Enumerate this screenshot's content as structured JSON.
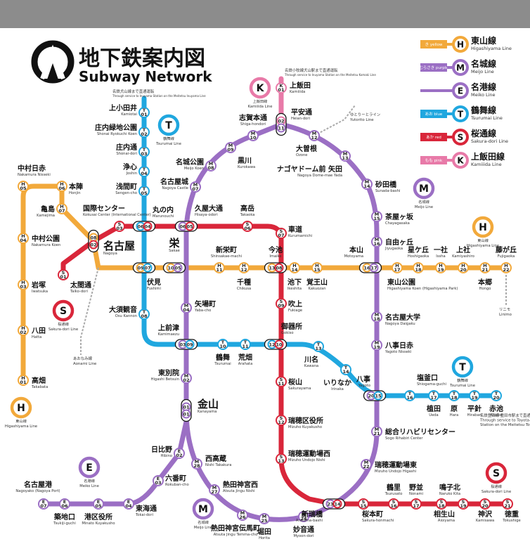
{
  "title": {
    "ja": "地下鉄案内図",
    "en": "Subway Network"
  },
  "lines": {
    "higashiyama": {
      "color": "#f2a93b",
      "letter": "H",
      "ja": "東山線",
      "en": "Higashiyama Line",
      "tag": "き yellow"
    },
    "meijo": {
      "color": "#9b6fc4",
      "letter": "M",
      "ja": "名城線",
      "en": "Meijo Line",
      "tag": "むらさき purple"
    },
    "meiko": {
      "color": "#9b6fc4",
      "letter": "E",
      "ja": "名港線",
      "en": "Meiko Line",
      "tag": ""
    },
    "tsurumai": {
      "color": "#20a7df",
      "letter": "T",
      "ja": "鶴舞線",
      "en": "Tsurumai Line",
      "tag": "あお blue"
    },
    "sakuradori": {
      "color": "#d9263a",
      "letter": "S",
      "ja": "桜通線",
      "en": "Sakura-dori Line",
      "tag": "あか red"
    },
    "kamiiida": {
      "color": "#e87aa8",
      "letter": "K",
      "ja": "上飯田線",
      "en": "Kamiiida Line",
      "tag": "もも pink"
    }
  },
  "notes": {
    "tsurumai_through": "名鉄犬山線まで直通運転 Through service to Inuyama Station on the Meitetsu Inuyama Line",
    "kamiiida_through": "名鉄小牧線犬山駅まで直通運転 Through service to Inuyama Station on the Meitetsu Komaki Line",
    "toyota_through": "名鉄豊田線 豊田市駅まで直通運転 Through service to Toyota-shi Station on the Meitetsu Toyota Line",
    "yutori": "ゆとりーとライン",
    "yutori_en": "Yutorito Line",
    "aonami": "あおなみ線",
    "aonami_en": "Aonami Line",
    "linimo": "リニモ",
    "linimo_en": "Linimo"
  },
  "badges": {
    "tsurumai_top": {
      "letter": "T",
      "ja": "鶴舞線",
      "en": "Tsurumai Line"
    },
    "kamiiida_top": {
      "letter": "K",
      "ja": "上飯田線",
      "en": "Kamiiida Line"
    },
    "higashiyama_left": {
      "letter": "H",
      "ja": "東山線",
      "en": "Higashiyama Line"
    },
    "sakura_left": {
      "letter": "S",
      "ja": "桜通線",
      "en": "Sakura-dori Line"
    },
    "meijo_right": {
      "letter": "M",
      "ja": "名城線",
      "en": "Meijo Line"
    },
    "higashiyama_right": {
      "letter": "H",
      "ja": "東山線",
      "en": "Higashiyama Line"
    },
    "tsurumai_right": {
      "letter": "T",
      "ja": "鶴舞線",
      "en": "Tsurumai Line"
    },
    "meiko_bottom": {
      "letter": "E",
      "ja": "名港線",
      "en": "Meiko Line"
    },
    "meijo_bottom": {
      "letter": "M",
      "ja": "名城線",
      "en": "Meijo Line"
    },
    "sakura_bottom": {
      "letter": "S",
      "ja": "桜通線",
      "en": "Sakura-dori Line"
    }
  },
  "stations": [
    {
      "id": "kamiotai",
      "ja": "上小田井",
      "en": "Kamiotai",
      "codes": [
        {
          "l": "T",
          "n": "01"
        }
      ]
    },
    {
      "id": "shonai_ryokuchi",
      "ja": "庄内緑地公園",
      "en": "Shonai Ryokuchi Koen",
      "codes": [
        {
          "l": "T",
          "n": "02"
        }
      ]
    },
    {
      "id": "shonai_dori",
      "ja": "庄内通",
      "en": "Shonai-dori",
      "codes": [
        {
          "l": "T",
          "n": "03"
        }
      ]
    },
    {
      "id": "joshin",
      "ja": "浄心",
      "en": "Joshin",
      "codes": [
        {
          "l": "T",
          "n": "04"
        }
      ]
    },
    {
      "id": "sengencho",
      "ja": "浅間町",
      "en": "Sengen-cho",
      "codes": [
        {
          "l": "T",
          "n": "05"
        }
      ]
    },
    {
      "id": "marunouchi",
      "ja": "丸の内",
      "en": "Marunouchi",
      "codes": [
        {
          "l": "T",
          "n": "06"
        },
        {
          "l": "S",
          "n": "04"
        }
      ]
    },
    {
      "id": "fushimi",
      "ja": "伏見",
      "en": "Fushimi",
      "codes": [
        {
          "l": "H",
          "n": "09"
        },
        {
          "l": "T",
          "n": "07"
        }
      ]
    },
    {
      "id": "osu_kannon",
      "ja": "大須観音",
      "en": "Osu Kannon",
      "codes": [
        {
          "l": "T",
          "n": "08"
        }
      ]
    },
    {
      "id": "kamimaezu",
      "ja": "上前津",
      "en": "Kamimaezu",
      "codes": [
        {
          "l": "M",
          "n": "03"
        },
        {
          "l": "T",
          "n": "09"
        }
      ]
    },
    {
      "id": "tsurumai",
      "ja": "鶴舞",
      "en": "Tsurumai",
      "codes": [
        {
          "l": "T",
          "n": "10"
        }
      ]
    },
    {
      "id": "arahata",
      "ja": "荒畑",
      "en": "Arahata",
      "codes": [
        {
          "l": "T",
          "n": "11"
        }
      ]
    },
    {
      "id": "gokiso",
      "ja": "御器所",
      "en": "Gokiso",
      "codes": [
        {
          "l": "T",
          "n": "12"
        },
        {
          "l": "S",
          "n": "10"
        }
      ]
    },
    {
      "id": "kawana",
      "ja": "川名",
      "en": "Kawana",
      "codes": [
        {
          "l": "T",
          "n": "13"
        }
      ]
    },
    {
      "id": "irinaka",
      "ja": "いりなか",
      "en": "Irinaka",
      "codes": [
        {
          "l": "T",
          "n": "14"
        }
      ]
    },
    {
      "id": "yagoto",
      "ja": "八事",
      "en": "Yagoto",
      "codes": [
        {
          "l": "M",
          "n": "20"
        },
        {
          "l": "T",
          "n": "15"
        }
      ]
    },
    {
      "id": "shiogamaguchi",
      "ja": "塩釜口",
      "en": "Shiogama-guchi",
      "codes": [
        {
          "l": "T",
          "n": "16"
        }
      ]
    },
    {
      "id": "ueda",
      "ja": "植田",
      "en": "Ueda",
      "codes": [
        {
          "l": "T",
          "n": "17"
        }
      ]
    },
    {
      "id": "hara",
      "ja": "原",
      "en": "Hara",
      "codes": [
        {
          "l": "T",
          "n": "18"
        }
      ]
    },
    {
      "id": "hirabari",
      "ja": "平針",
      "en": "Hirabari",
      "codes": [
        {
          "l": "T",
          "n": "19"
        }
      ]
    },
    {
      "id": "akaike",
      "ja": "赤池",
      "en": "Akaike",
      "codes": [
        {
          "l": "T",
          "n": "20"
        }
      ]
    },
    {
      "id": "takabata",
      "ja": "高畑",
      "en": "Takabata",
      "codes": [
        {
          "l": "H",
          "n": "01"
        }
      ]
    },
    {
      "id": "hatta",
      "ja": "八田",
      "en": "Hatta",
      "codes": [
        {
          "l": "H",
          "n": "02"
        }
      ]
    },
    {
      "id": "iwatsuka",
      "ja": "岩塚",
      "en": "Iwatsuka",
      "codes": [
        {
          "l": "H",
          "n": "03"
        }
      ]
    },
    {
      "id": "nakamura_koen",
      "ja": "中村公園",
      "en": "Nakamura Koen",
      "codes": [
        {
          "l": "H",
          "n": "04"
        }
      ]
    },
    {
      "id": "nakamura_nisseki",
      "ja": "中村日赤",
      "en": "Nakamura Nisseki",
      "codes": [
        {
          "l": "H",
          "n": "05"
        }
      ]
    },
    {
      "id": "honjin",
      "ja": "本陣",
      "en": "Honjin",
      "codes": [
        {
          "l": "H",
          "n": "06"
        }
      ]
    },
    {
      "id": "kameijima",
      "ja": "亀島",
      "en": "Kamejima",
      "codes": [
        {
          "l": "H",
          "n": "07"
        }
      ]
    },
    {
      "id": "nagoya",
      "ja": "名古屋",
      "en": "Nagoya",
      "codes": [
        {
          "l": "H",
          "n": "08"
        },
        {
          "l": "S",
          "n": "02"
        }
      ]
    },
    {
      "id": "kokusai",
      "ja": "国際センター",
      "en": "Kokusai Center (International Center)",
      "codes": [
        {
          "l": "S",
          "n": "03"
        }
      ]
    },
    {
      "id": "taikodori",
      "ja": "太閤通",
      "en": "Taiko-dori",
      "codes": [
        {
          "l": "S",
          "n": "01"
        }
      ]
    },
    {
      "id": "sakae",
      "ja": "栄",
      "en": "Sakae",
      "codes": [
        {
          "l": "H",
          "n": "10"
        },
        {
          "l": "M",
          "n": "05"
        }
      ]
    },
    {
      "id": "shinsakae",
      "ja": "新栄町",
      "en": "Shinsakae-machi",
      "codes": [
        {
          "l": "H",
          "n": "11"
        }
      ]
    },
    {
      "id": "chikusa",
      "ja": "千種",
      "en": "Chikusa",
      "codes": [
        {
          "l": "H",
          "n": "12"
        }
      ]
    },
    {
      "id": "imaike",
      "ja": "今池",
      "en": "Imaike",
      "codes": [
        {
          "l": "H",
          "n": "13"
        },
        {
          "l": "S",
          "n": "08"
        }
      ]
    },
    {
      "id": "ikeshita",
      "ja": "池下",
      "en": "Ikeshita",
      "codes": [
        {
          "l": "H",
          "n": "14"
        }
      ]
    },
    {
      "id": "kakuozan",
      "ja": "覚王山",
      "en": "Kakuozan",
      "codes": [
        {
          "l": "H",
          "n": "15"
        }
      ]
    },
    {
      "id": "motoyama",
      "ja": "本山",
      "en": "Motoyama",
      "codes": [
        {
          "l": "H",
          "n": "16"
        },
        {
          "l": "M",
          "n": "17"
        }
      ]
    },
    {
      "id": "higashiyama_koen",
      "ja": "東山公園",
      "en": "Higashiyama Koen (Higashiyama Park)",
      "codes": [
        {
          "l": "H",
          "n": "17"
        }
      ]
    },
    {
      "id": "hoshigaoka",
      "ja": "星ケ丘",
      "en": "Hoshigaoka",
      "codes": [
        {
          "l": "H",
          "n": "18"
        }
      ]
    },
    {
      "id": "issha",
      "ja": "一社",
      "en": "Issha",
      "codes": [
        {
          "l": "H",
          "n": "19"
        }
      ]
    },
    {
      "id": "kamiyashiro",
      "ja": "上社",
      "en": "Kamiyashiro",
      "codes": [
        {
          "l": "H",
          "n": "20"
        }
      ]
    },
    {
      "id": "hongo",
      "ja": "本郷",
      "en": "Hongo",
      "codes": [
        {
          "l": "H",
          "n": "21"
        }
      ]
    },
    {
      "id": "fujigaoka",
      "ja": "藤が丘",
      "en": "Fujigaoka",
      "codes": [
        {
          "l": "H",
          "n": "22"
        }
      ]
    },
    {
      "id": "hisaya_odori",
      "ja": "久屋大通",
      "en": "Hisaya-odori",
      "codes": [
        {
          "l": "M",
          "n": "06"
        },
        {
          "l": "S",
          "n": "05"
        }
      ]
    },
    {
      "id": "takaoka",
      "ja": "高岳",
      "en": "Takaoka",
      "codes": [
        {
          "l": "S",
          "n": "06"
        }
      ]
    },
    {
      "id": "kurumamichi",
      "ja": "車道",
      "en": "Kurumamichi",
      "codes": [
        {
          "l": "S",
          "n": "07"
        }
      ]
    },
    {
      "id": "fukiage",
      "ja": "吹上",
      "en": "Fukiage",
      "codes": [
        {
          "l": "S",
          "n": "09"
        }
      ]
    },
    {
      "id": "sakurayama",
      "ja": "桜山",
      "en": "Sakurayama",
      "codes": [
        {
          "l": "S",
          "n": "11"
        }
      ]
    },
    {
      "id": "mizuho_kuyakusho",
      "ja": "瑞穂区役所",
      "en": "Mizuho Kuyakusho",
      "codes": [
        {
          "l": "S",
          "n": "12"
        }
      ]
    },
    {
      "id": "mizuho_undojo_nishi",
      "ja": "瑞穂運動場西",
      "en": "Mizuho Undojo Nishi",
      "codes": [
        {
          "l": "S",
          "n": "13"
        }
      ]
    },
    {
      "id": "aratama_bashi",
      "ja": "新瑞橋",
      "en": "Aratama-bashi",
      "codes": [
        {
          "l": "M",
          "n": "23"
        },
        {
          "l": "S",
          "n": "14"
        }
      ]
    },
    {
      "id": "sakura_honmachi",
      "ja": "桜本町",
      "en": "Sakura-honmachi",
      "codes": [
        {
          "l": "S",
          "n": "15"
        }
      ]
    },
    {
      "id": "tsurusato",
      "ja": "鶴里",
      "en": "Tsurusato",
      "codes": [
        {
          "l": "S",
          "n": "16"
        }
      ]
    },
    {
      "id": "nonami",
      "ja": "野並",
      "en": "Nonami",
      "codes": [
        {
          "l": "S",
          "n": "17"
        }
      ]
    },
    {
      "id": "narukokita",
      "ja": "鳴子北",
      "en": "Naruko Kita",
      "codes": [
        {
          "l": "S",
          "n": "18"
        }
      ]
    },
    {
      "id": "aioiyama",
      "ja": "相生山",
      "en": "Aioiyama",
      "codes": [
        {
          "l": "S",
          "n": "19"
        }
      ]
    },
    {
      "id": "kamisawa",
      "ja": "神沢",
      "en": "Kamisawa",
      "codes": [
        {
          "l": "S",
          "n": "20"
        }
      ]
    },
    {
      "id": "tokushige",
      "ja": "徳重",
      "en": "Tokushige",
      "codes": [
        {
          "l": "S",
          "n": "21"
        }
      ]
    },
    {
      "id": "kamiiida",
      "ja": "上飯田",
      "en": "Kamiiida",
      "codes": [
        {
          "l": "K",
          "n": "01"
        }
      ]
    },
    {
      "id": "heian_dori",
      "ja": "平安通",
      "en": "Heian-dori",
      "codes": [
        {
          "l": "K",
          "n": "02"
        },
        {
          "l": "M",
          "n": "11"
        }
      ]
    },
    {
      "id": "shiga_hondori",
      "ja": "志賀本通",
      "en": "Shiga-hondori",
      "codes": [
        {
          "l": "M",
          "n": "10"
        }
      ]
    },
    {
      "id": "kurokawa",
      "ja": "黒川",
      "en": "Kurokawa",
      "codes": [
        {
          "l": "M",
          "n": "09"
        }
      ]
    },
    {
      "id": "meijo_koen",
      "ja": "名城公園",
      "en": "Meijo Koen",
      "codes": [
        {
          "l": "M",
          "n": "08"
        }
      ]
    },
    {
      "id": "shiyakusho",
      "ja": "名古屋城",
      "en": "Nagoya Castle",
      "codes": [
        {
          "l": "M",
          "n": "07"
        }
      ]
    },
    {
      "id": "ozone",
      "ja": "大曽根",
      "en": "Ozone",
      "codes": [
        {
          "l": "M",
          "n": "12"
        }
      ]
    },
    {
      "id": "nagoya_dome",
      "ja": "ナゴヤドーム前 矢田",
      "en": "Nagoya Dome-mae Yada",
      "codes": [
        {
          "l": "M",
          "n": "13"
        }
      ]
    },
    {
      "id": "sunada_bashi",
      "ja": "砂田橋",
      "en": "Sunada-bashi",
      "codes": [
        {
          "l": "M",
          "n": "14"
        }
      ]
    },
    {
      "id": "chayagasaka",
      "ja": "茶屋ヶ坂",
      "en": "Chayagasaka",
      "codes": [
        {
          "l": "M",
          "n": "15"
        }
      ]
    },
    {
      "id": "jiyugaoka",
      "ja": "自由ヶ丘",
      "en": "Jiyugaoka",
      "codes": [
        {
          "l": "M",
          "n": "16"
        }
      ]
    },
    {
      "id": "nagoya_daigaku",
      "ja": "名古屋大学",
      "en": "Nagoya Daigaku",
      "codes": [
        {
          "l": "M",
          "n": "18"
        }
      ]
    },
    {
      "id": "yagoto_nisseki",
      "ja": "八事日赤",
      "en": "Yagoto Nisseki",
      "codes": [
        {
          "l": "M",
          "n": "19"
        }
      ]
    },
    {
      "id": "sogo_rihabiri",
      "ja": "総合リハビリセンター",
      "en": "Sogo Rihabiri Center",
      "codes": [
        {
          "l": "M",
          "n": "21"
        }
      ]
    },
    {
      "id": "mizuho_undojo_higashi",
      "ja": "瑞穂運動場東",
      "en": "Mizuho Undojo Higashi",
      "codes": [
        {
          "l": "M",
          "n": "22"
        }
      ]
    },
    {
      "id": "myoon_dori",
      "ja": "妙音通",
      "en": "Myoon-dori",
      "codes": [
        {
          "l": "M",
          "n": "24"
        }
      ]
    },
    {
      "id": "horita",
      "ja": "堀田",
      "en": "Horita",
      "codes": [
        {
          "l": "M",
          "n": "25"
        }
      ]
    },
    {
      "id": "jingu_temma",
      "ja": "熱田神宮伝馬町",
      "en": "Atsuta Jingu Temma-cho",
      "codes": [
        {
          "l": "M",
          "n": "26"
        }
      ]
    },
    {
      "id": "jingu_nishi",
      "ja": "熱田神宮西",
      "en": "Atsuta Jingu Nishi",
      "codes": [
        {
          "l": "M",
          "n": "27"
        }
      ]
    },
    {
      "id": "nishi_takakura",
      "ja": "西高蔵",
      "en": "Nishi Takakura",
      "codes": [
        {
          "l": "M",
          "n": "28"
        }
      ]
    },
    {
      "id": "kanayama",
      "ja": "金山",
      "en": "Kanayama",
      "codes": [
        {
          "l": "M",
          "n": "01"
        },
        {
          "l": "E",
          "n": "01"
        }
      ]
    },
    {
      "id": "higashi_betsuin",
      "ja": "東別院",
      "en": "Higashi Betsuin",
      "codes": [
        {
          "l": "M",
          "n": "02"
        }
      ]
    },
    {
      "id": "yabacho",
      "ja": "矢場町",
      "en": "Yaba-cho",
      "codes": [
        {
          "l": "M",
          "n": "04"
        }
      ]
    },
    {
      "id": "hibino",
      "ja": "日比野",
      "en": "Hibino",
      "codes": [
        {
          "l": "E",
          "n": "02"
        }
      ]
    },
    {
      "id": "rokubancho",
      "ja": "六番町",
      "en": "Rokuban-cho",
      "codes": [
        {
          "l": "E",
          "n": "03"
        }
      ]
    },
    {
      "id": "tokaidori",
      "ja": "東海通",
      "en": "Tokai-dori",
      "codes": [
        {
          "l": "E",
          "n": "04"
        }
      ]
    },
    {
      "id": "minato_kuyakusho",
      "ja": "港区役所",
      "en": "Minato Kuyakusho",
      "codes": [
        {
          "l": "E",
          "n": "05"
        }
      ]
    },
    {
      "id": "tsukijiguchi",
      "ja": "築地口",
      "en": "Tsukiji-guchi",
      "codes": [
        {
          "l": "E",
          "n": "06"
        }
      ]
    },
    {
      "id": "nagoyako",
      "ja": "名古屋港",
      "en": "Nagoyako (Nagoya Port)",
      "codes": [
        {
          "l": "E",
          "n": "07"
        }
      ]
    }
  ]
}
